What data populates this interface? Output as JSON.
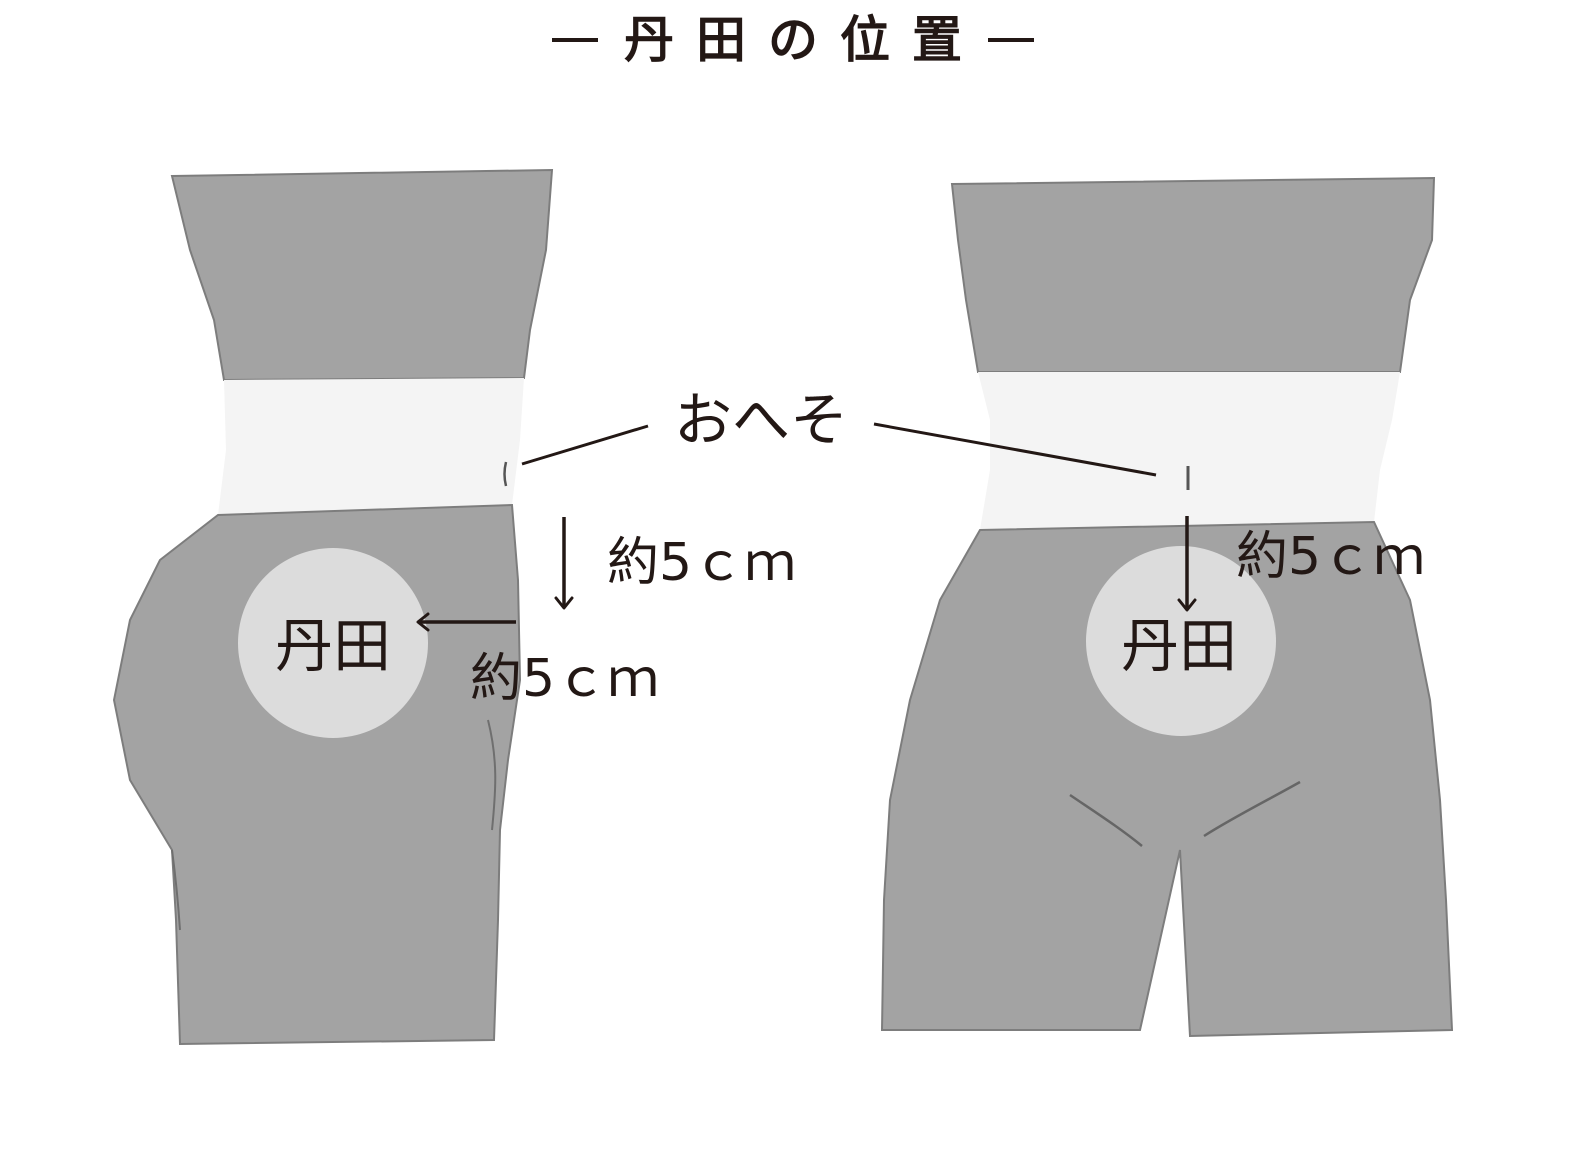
{
  "title": "丹田の位置",
  "navel_label": "おへそ",
  "side_view": {
    "down_distance_label": "約5ｃｍ",
    "back_distance_label": "約5ｃｍ",
    "point_label": "丹田"
  },
  "front_view": {
    "down_distance_label": "約5ｃｍ",
    "point_label": "丹田"
  },
  "colors": {
    "body_gray": "#a3a3a3",
    "band_white": "#f4f4f4",
    "circle_light": "#dcdcdc",
    "ink": "#231815"
  }
}
